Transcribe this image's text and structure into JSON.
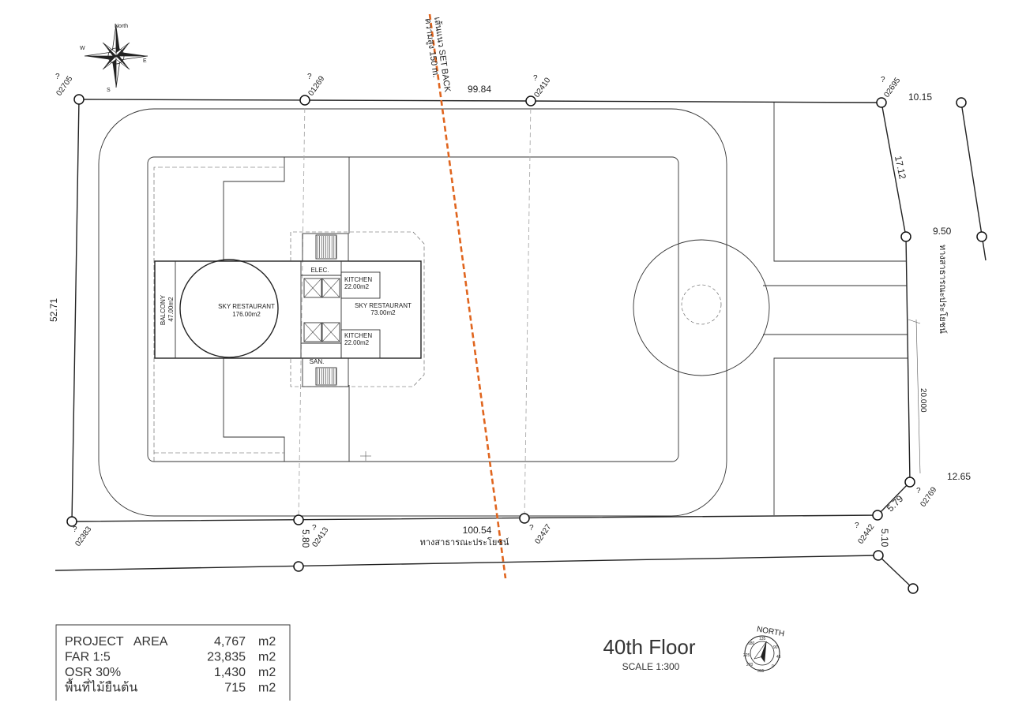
{
  "site": {
    "dimensions": {
      "top": "99.84",
      "bottom": "100.54",
      "left": "52.71",
      "right_top": "17.12",
      "right_mid": "9.50",
      "corner_top": "10.15",
      "corner_bottom": "12.65",
      "chamfer": "5.79",
      "bottom_right": "5.10",
      "road_width": "5.80",
      "road_depth": "20.000"
    },
    "survey_points": {
      "p02705": "02705",
      "p01269": "01269",
      "p02410": "02410",
      "p02695": "02695",
      "p02383": "02383",
      "p02413": "02413",
      "p02427": "02427",
      "p02442": "02442",
      "p02769": "02769"
    },
    "survey_marker": "?",
    "road_label_bottom": "ทางสาธารณะประโยชน์",
    "road_label_right": "ทางสาธารณะประโยชน์",
    "setback_line_1": "เส้นแนว SET BACK",
    "setback_line_2": "ความสูง 150 m."
  },
  "rooms": {
    "balcony_name": "BALCONY",
    "balcony_area": "47.00m2",
    "sky_round_name": "SKY RESTAURANT",
    "sky_round_area": "176.00m2",
    "elec": "ELEC.",
    "san": "SAN.",
    "kitchen1_name": "KITCHEN",
    "kitchen1_area": "22.00m2",
    "kitchen2_name": "KITCHEN",
    "kitchen2_area": "22.00m2",
    "sky_rect_name": "SKY RESTAURANT",
    "sky_rect_area": "73.00m2"
  },
  "compass_top": {
    "north": "North",
    "east": "E",
    "west": "W",
    "south": "S"
  },
  "compass_bottom": {
    "north": "NORTH",
    "tick_135": "135",
    "tick_180": "180",
    "tick_90": "90",
    "tick_225": "225",
    "tick_270": "270",
    "tick_315": "315",
    "tick_0": "0",
    "tick_45": "45"
  },
  "legend": {
    "rows": [
      {
        "label": "PROJECT   AREA",
        "value": "4,767",
        "unit": "m2"
      },
      {
        "label": "FAR 1:5",
        "value": "23,835",
        "unit": "m2"
      },
      {
        "label": "OSR 30%",
        "value": "1,430",
        "unit": "m2"
      },
      {
        "label": "พื้นที่ไม้ยืนต้น",
        "value": "715",
        "unit": "m2"
      }
    ]
  },
  "drawing": {
    "title": "40th Floor",
    "scale": "SCALE 1:300"
  },
  "colors": {
    "setback_line": "#e0651e",
    "linework": "#222222",
    "guide": "#aaaaaa"
  }
}
